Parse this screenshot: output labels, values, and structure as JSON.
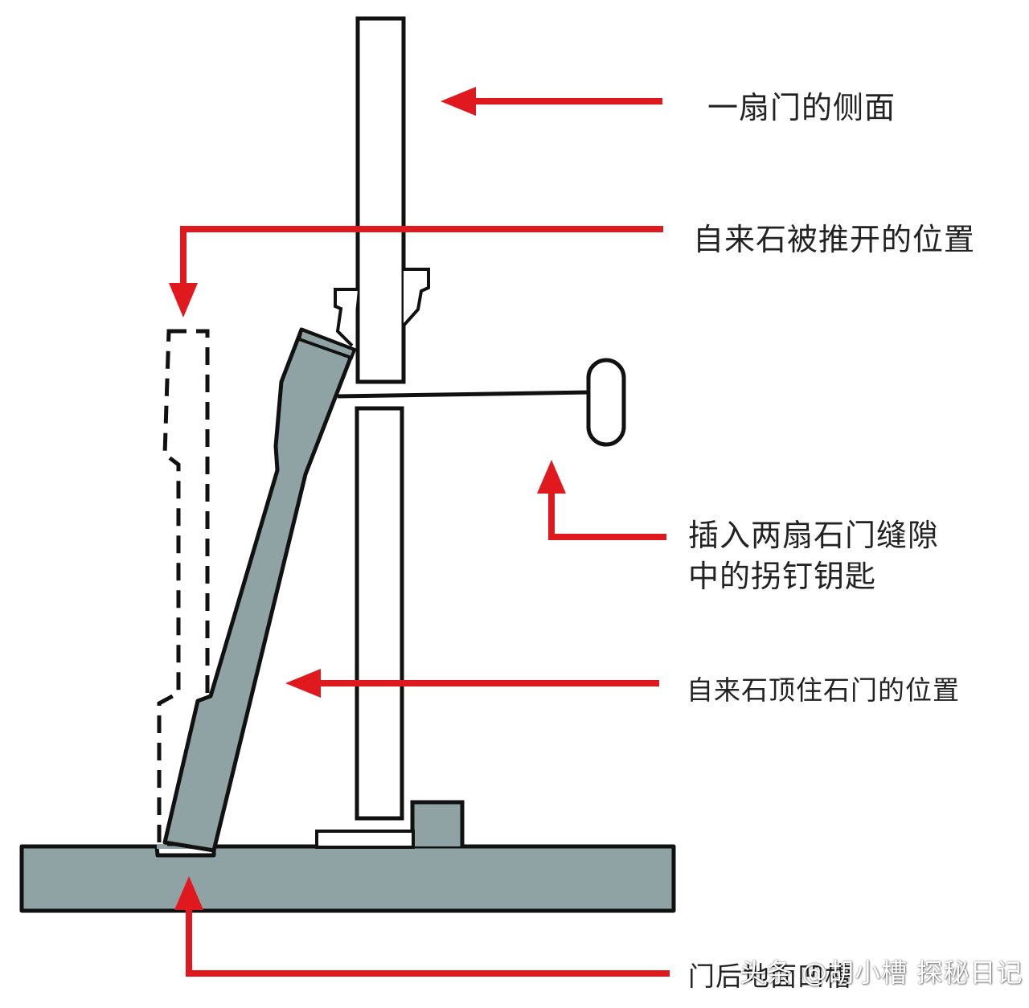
{
  "colors": {
    "stone": "#8fa3a4",
    "outline": "#111111",
    "arrow": "#e0191f",
    "background": "#ffffff",
    "text": "#222222"
  },
  "labels": {
    "door_side": "一扇门的侧面",
    "pushed_position": "自来石被推开的位置",
    "key_line1": "插入两扇石门缝隙",
    "key_line2": "中的拐钉钥匙",
    "holding_position": "自来石顶住石门的位置",
    "groove": "门后地面凹槽"
  },
  "watermark": {
    "text": "头条 @胡小槽 探秘日记"
  }
}
